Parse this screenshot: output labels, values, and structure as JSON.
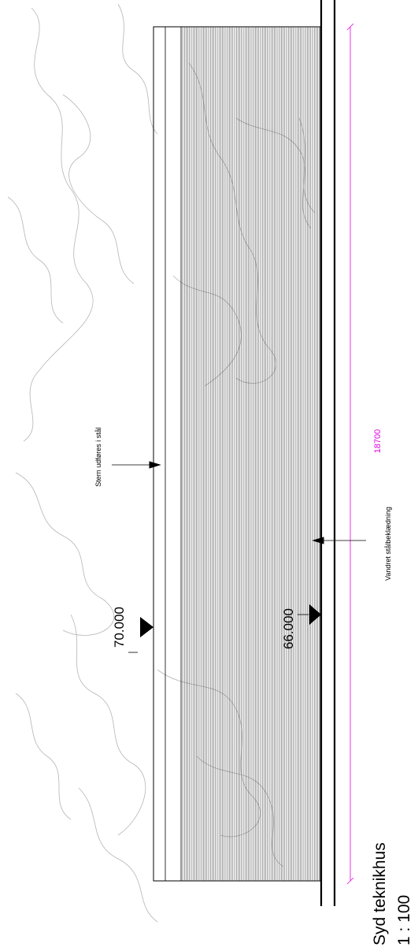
{
  "drawing": {
    "title": "Syd teknikhus",
    "scale": "1 : 100"
  },
  "annotations": {
    "stern_note": "Stern udføres i stål",
    "cladding_note": "Vandret stålbeklædning"
  },
  "levels": {
    "top": "70.000",
    "ground": "66.000"
  },
  "dimension": {
    "length": "18700"
  },
  "colors": {
    "line": "#000000",
    "cladding": "#333333",
    "trees": "#b5b5b5",
    "dimension": "#e000e0"
  }
}
